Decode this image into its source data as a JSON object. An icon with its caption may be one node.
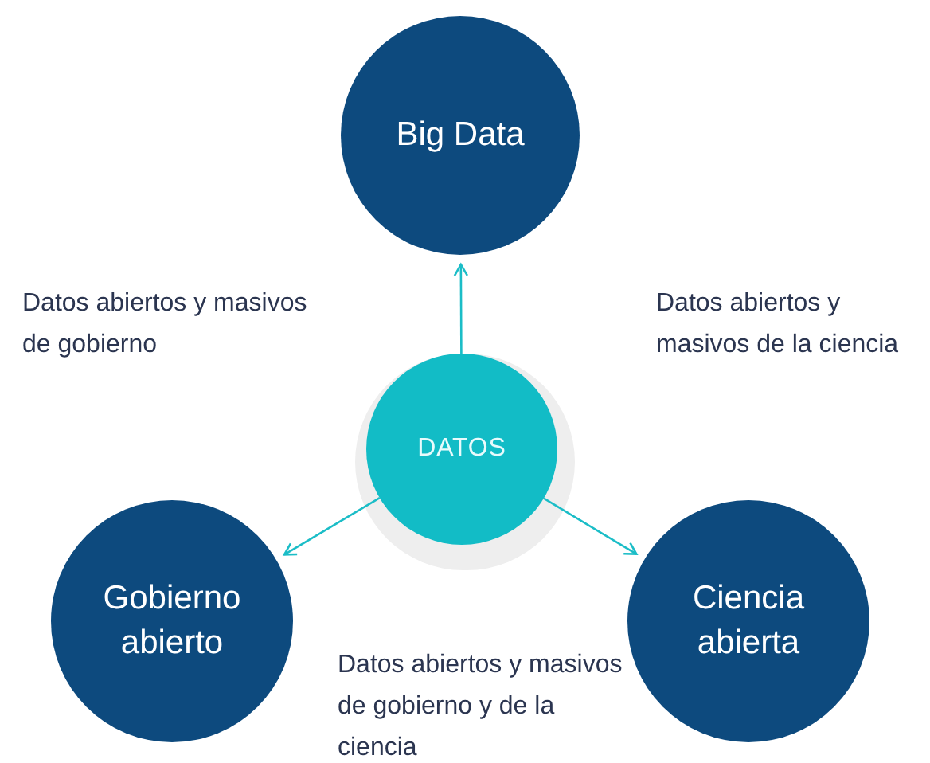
{
  "diagram": {
    "nodes": [
      {
        "text": [
          "Big Data"
        ]
      },
      {
        "text": [
          "DATOS"
        ]
      },
      {
        "text": [
          "Gobierno abierto"
        ]
      },
      {
        "text": [
          "Ciencia abierta"
        ]
      }
    ],
    "edges": [
      {
        "from": 1,
        "to": 0,
        "arrow": "to"
      },
      {
        "from": 1,
        "to": 2,
        "arrow": "to"
      },
      {
        "from": 1,
        "to": 3,
        "arrow": "to"
      }
    ],
    "labels": [
      "Datos abiertos y masivos de gobierno",
      "Datos abiertos y masivos de la ciencia",
      "Datos abiertos y masivos de gobierno y de la ciencia"
    ]
  }
}
